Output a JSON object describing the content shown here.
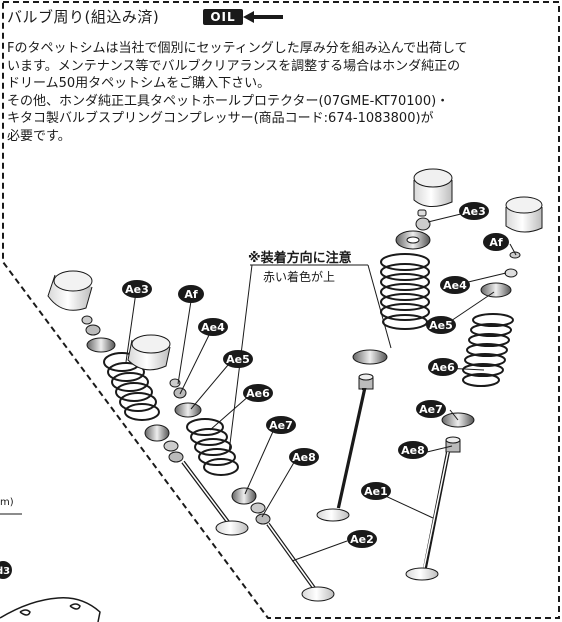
{
  "header": {
    "title": "バルブ周り(組込み済)",
    "badge": "OIL"
  },
  "description": [
    "Fのタペットシムは当社で個別にセッティングした厚み分を組み込んで出荷して",
    "います。メンテナンス等でバルブクリアランスを調整する場合はホンダ純正の",
    "ドリーム50用タペットシムをご購入下さい。",
    "その他、ホンダ純正工具タペットホールプロテクター(07GME-KT70100)・",
    "キタコ製バルブスプリングコンプレッサー(商品コード:674-1083800)が",
    "必要です。"
  ],
  "note": {
    "heading": "※装着方向に注意",
    "subtext": "赤い着色が上"
  },
  "part_labels": {
    "ae1": "Ae1",
    "ae2": "Ae2",
    "ae3": "Ae3",
    "ae4": "Ae4",
    "ae5": "Ae5",
    "ae6": "Ae6",
    "ae7": "Ae7",
    "ae8": "Ae8",
    "af": "Af"
  },
  "edge_fragments": {
    "unit_fragment": "m)",
    "badge_fragment": "d3"
  },
  "colors": {
    "badge_fill": "#1a1a1a",
    "badge_text": "#ffffff",
    "line": "#1a1a1a"
  }
}
